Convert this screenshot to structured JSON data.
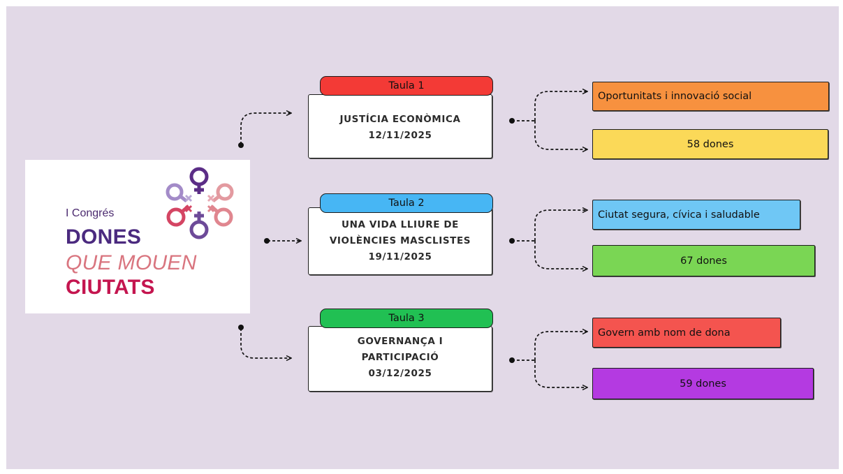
{
  "logo": {
    "pre": "I Congrés",
    "line1": "DONES",
    "line2": "QUE MOUEN",
    "line3": "CIUTATS"
  },
  "sessions": [
    {
      "tag": "Taula 1",
      "tag_color": "#f33a36",
      "title_lines": [
        "JUSTÍCIA ECONÒMICA",
        "12/11/2025"
      ],
      "topic": "Oportunitats i innovació social",
      "topic_color": "#f7913f",
      "count": "58 dones",
      "count_color": "#fbd958"
    },
    {
      "tag": "Taula 2",
      "tag_color": "#47b6f4",
      "title_lines": [
        "UNA VIDA LLIURE DE",
        "VIOLÈNCIES MASCLISTES",
        "19/11/2025"
      ],
      "topic": "Ciutat segura, cívica i saludable",
      "topic_color": "#6fc7f5",
      "count": "67 dones",
      "count_color": "#7ad654"
    },
    {
      "tag": "Taula 3",
      "tag_color": "#21c053",
      "title_lines": [
        "GOVERNANÇA I",
        "PARTICIPACIÓ",
        "03/12/2025"
      ],
      "topic": "Govern amb nom de dona",
      "topic_color": "#f4544f",
      "count": "59 dones",
      "count_color": "#b43ae1"
    }
  ]
}
